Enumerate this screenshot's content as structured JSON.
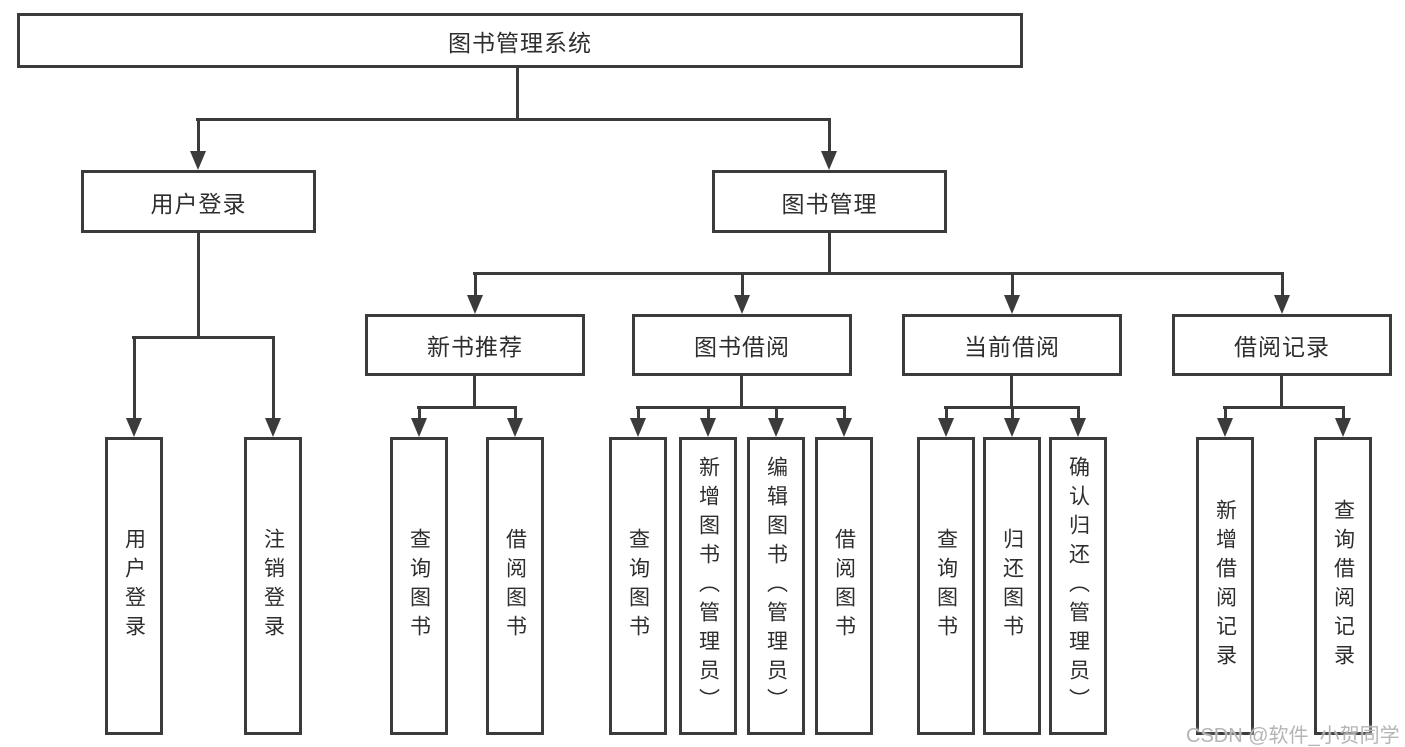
{
  "diagram": {
    "title": "图书管理系统",
    "branches": [
      {
        "label": "用户登录",
        "children": [
          {
            "label": "用户登录"
          },
          {
            "label": "注销登录"
          }
        ]
      },
      {
        "label": "图书管理",
        "children": [
          {
            "label": "新书推荐",
            "children": [
              {
                "label": "查询图书"
              },
              {
                "label": "借阅图书"
              }
            ]
          },
          {
            "label": "图书借阅",
            "children": [
              {
                "label": "查询图书"
              },
              {
                "label": "新增图书（管理员）"
              },
              {
                "label": "编辑图书（管理员）"
              },
              {
                "label": "借阅图书"
              }
            ]
          },
          {
            "label": "当前借阅",
            "children": [
              {
                "label": "查询图书"
              },
              {
                "label": "归还图书"
              },
              {
                "label": "确认归还（管理员）"
              }
            ]
          },
          {
            "label": "借阅记录",
            "children": [
              {
                "label": "新增借阅记录"
              },
              {
                "label": "查询借阅记录"
              }
            ]
          }
        ]
      }
    ]
  },
  "watermark": "CSDN @软件_小贺同学",
  "colors": {
    "line": "#3b3b3b",
    "text": "#2e2e2e",
    "background": "#ffffff",
    "watermark": "#b5b5b5"
  }
}
